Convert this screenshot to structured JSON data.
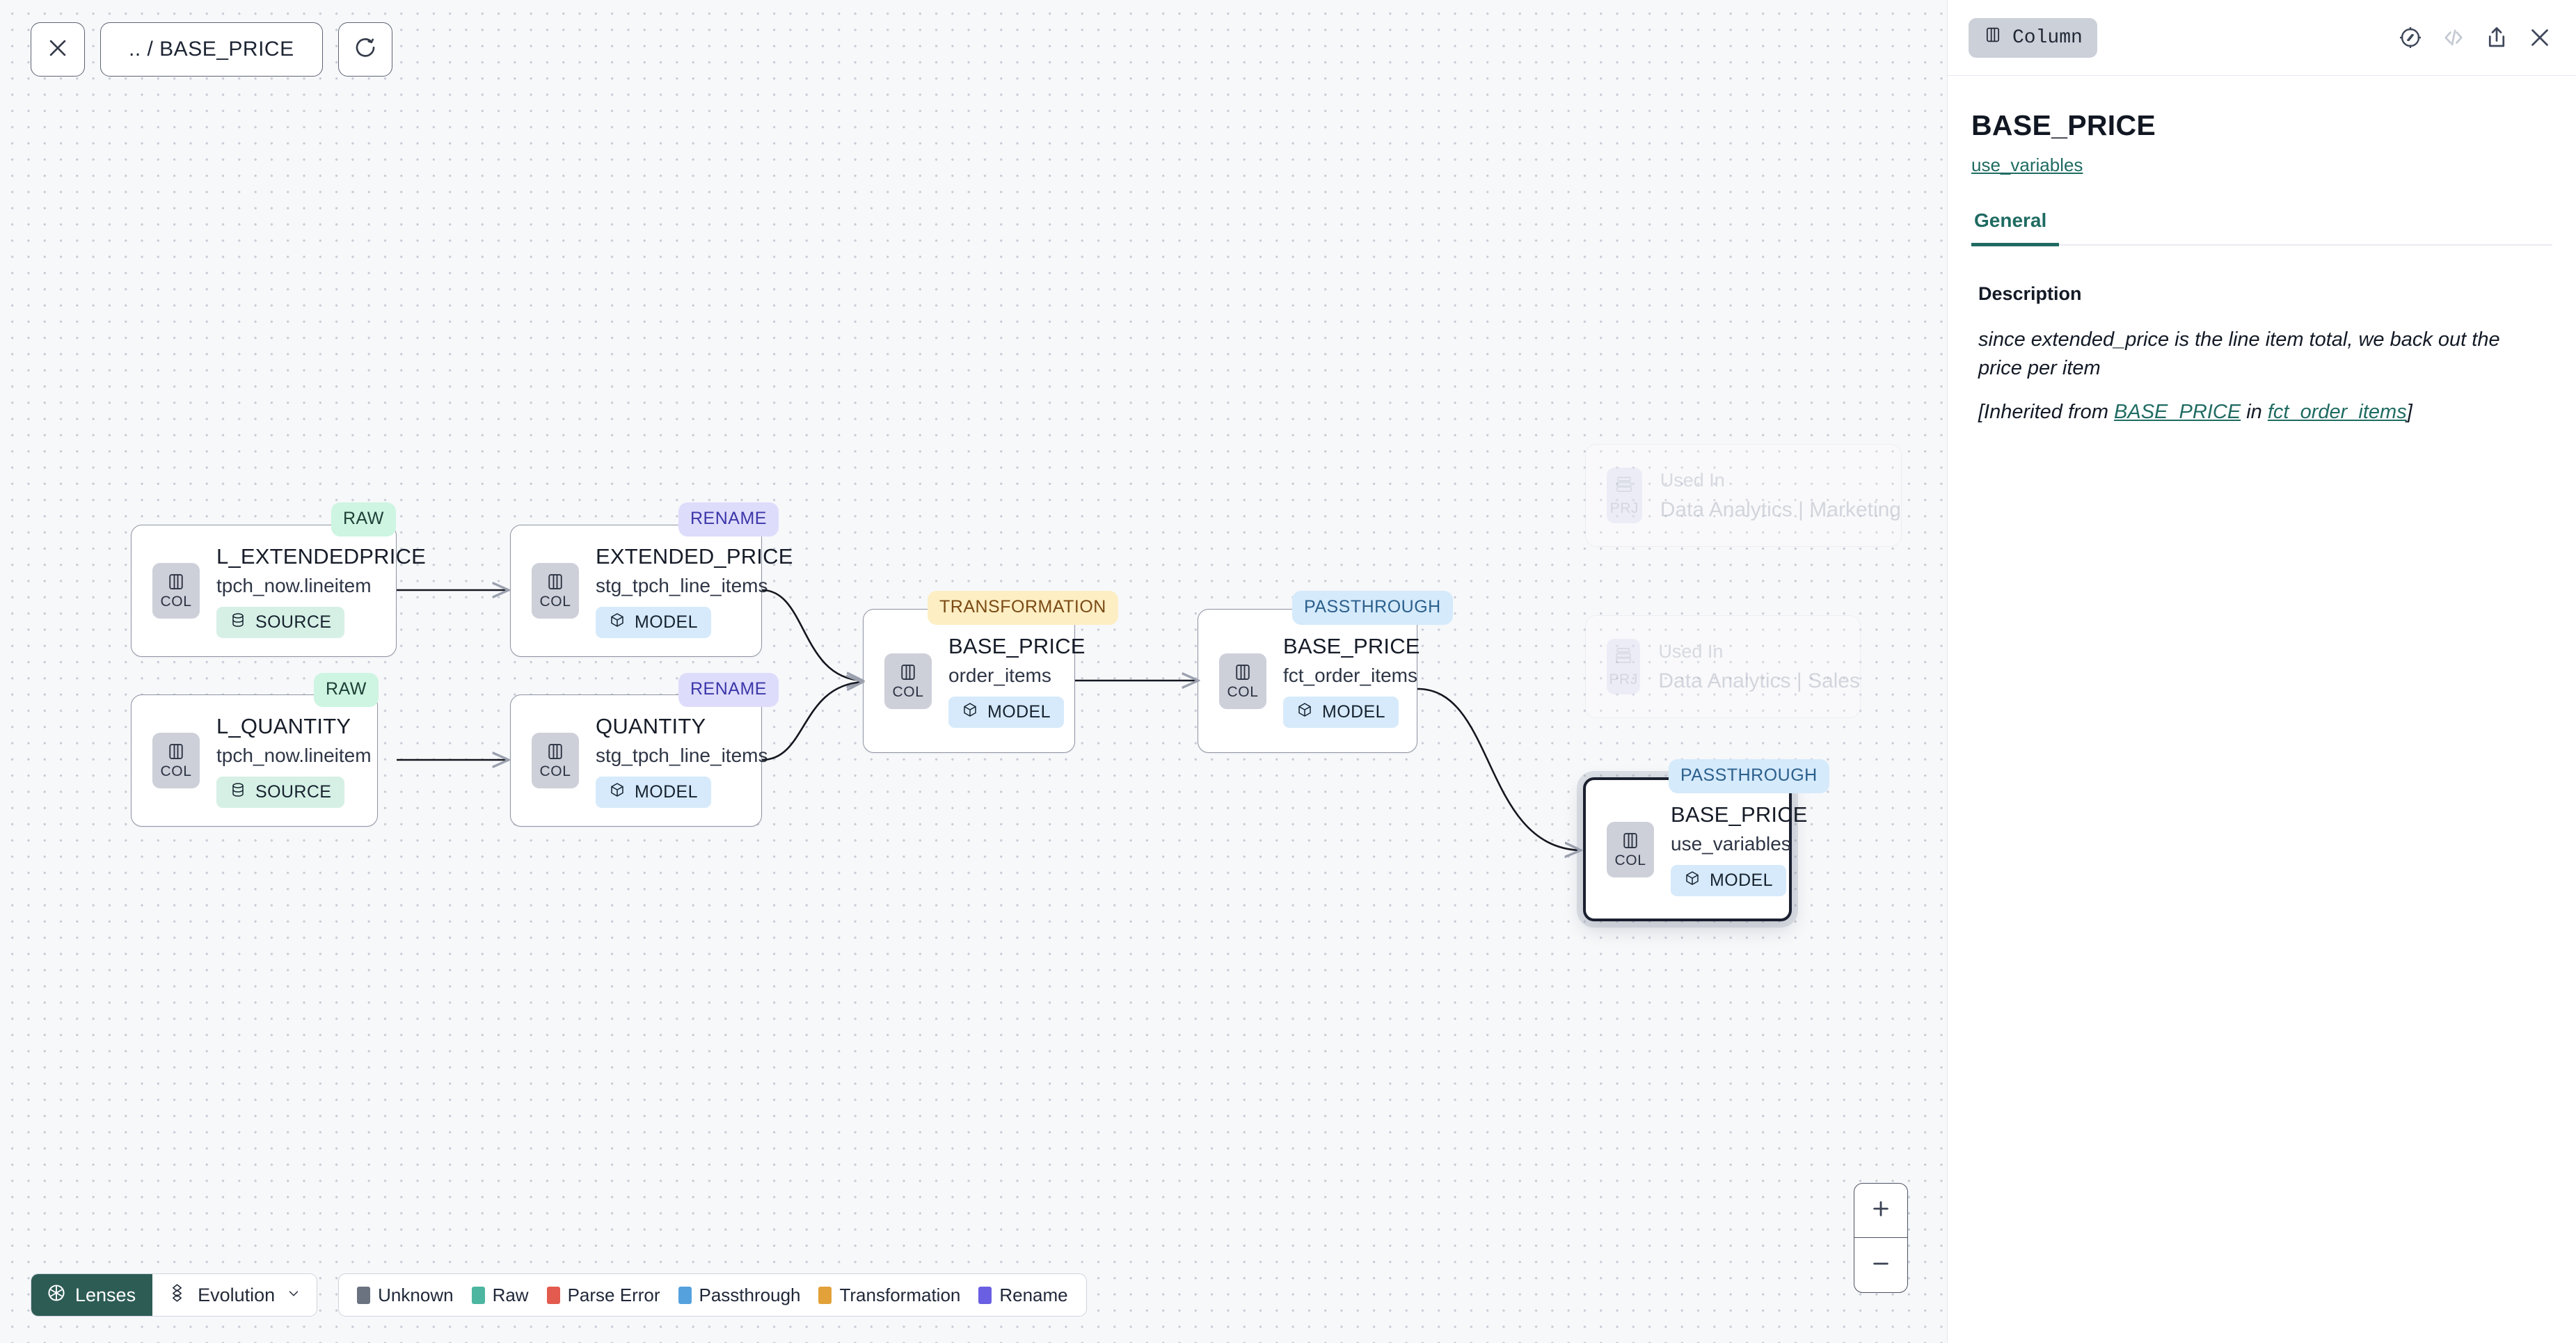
{
  "toolbar": {
    "close_icon": "close-icon",
    "breadcrumb": ".. / BASE_PRICE",
    "refresh_icon": "refresh-icon"
  },
  "graph": {
    "nodes": [
      {
        "id": "l_extendedprice",
        "tag": "RAW",
        "tag_kind": "raw",
        "kind_label": "COL",
        "kind_icon": "column-icon",
        "title": "L_EXTENDEDPRICE",
        "subtitle": "tpch_now.lineitem",
        "material": "SOURCE",
        "material_icon": "database-icon",
        "material_kind": "source",
        "selected": false
      },
      {
        "id": "l_quantity",
        "tag": "RAW",
        "tag_kind": "raw",
        "kind_label": "COL",
        "kind_icon": "column-icon",
        "title": "L_QUANTITY",
        "subtitle": "tpch_now.lineitem",
        "material": "SOURCE",
        "material_icon": "database-icon",
        "material_kind": "source",
        "selected": false
      },
      {
        "id": "extended_price",
        "tag": "RENAME",
        "tag_kind": "rename",
        "kind_label": "COL",
        "kind_icon": "column-icon",
        "title": "EXTENDED_PRICE",
        "subtitle": "stg_tpch_line_items",
        "material": "MODEL",
        "material_icon": "cube-icon",
        "material_kind": "model",
        "selected": false
      },
      {
        "id": "quantity",
        "tag": "RENAME",
        "tag_kind": "rename",
        "kind_label": "COL",
        "kind_icon": "column-icon",
        "title": "QUANTITY",
        "subtitle": "stg_tpch_line_items",
        "material": "MODEL",
        "material_icon": "cube-icon",
        "material_kind": "model",
        "selected": false
      },
      {
        "id": "base_price_order_items",
        "tag": "TRANSFORMATION",
        "tag_kind": "transformation",
        "kind_label": "COL",
        "kind_icon": "column-icon",
        "title": "BASE_PRICE",
        "subtitle": "order_items",
        "material": "MODEL",
        "material_icon": "cube-icon",
        "material_kind": "model",
        "selected": false
      },
      {
        "id": "base_price_fct_order_items",
        "tag": "PASSTHROUGH",
        "tag_kind": "passthrough",
        "kind_label": "COL",
        "kind_icon": "column-icon",
        "title": "BASE_PRICE",
        "subtitle": "fct_order_items",
        "material": "MODEL",
        "material_icon": "cube-icon",
        "material_kind": "model",
        "selected": false
      },
      {
        "id": "base_price_use_variables",
        "tag": "PASSTHROUGH",
        "tag_kind": "passthrough",
        "kind_label": "COL",
        "kind_icon": "column-icon",
        "title": "BASE_PRICE",
        "subtitle": "use_variables",
        "material": "MODEL",
        "material_icon": "cube-icon",
        "material_kind": "model",
        "selected": true
      }
    ],
    "ghost_nodes": [
      {
        "id": "used-in-marketing",
        "kind_label": "PRJ",
        "kind_icon": "project-icon",
        "top": "Used In",
        "title": "Data Analytics | Marketing"
      },
      {
        "id": "used-in-sales",
        "kind_label": "PRJ",
        "kind_icon": "project-icon",
        "top": "Used In",
        "title": "Data Analytics | Sales"
      }
    ]
  },
  "bottom_bar": {
    "lenses_label": "Lenses",
    "lenses_icon": "aperture-icon",
    "evolution_label": "Evolution",
    "evolution_icon": "evolution-icon",
    "chevron_icon": "chevron-down-icon",
    "legend": [
      {
        "label": "Unknown",
        "color": "#6b7280"
      },
      {
        "label": "Raw",
        "color": "#4cb6a0"
      },
      {
        "label": "Parse Error",
        "color": "#e35b4e"
      },
      {
        "label": "Passthrough",
        "color": "#55a1dd"
      },
      {
        "label": "Transformation",
        "color": "#e2a139"
      },
      {
        "label": "Rename",
        "color": "#6a5fe2"
      }
    ]
  },
  "zoom_controls": {
    "zoom_in_icon": "plus-icon",
    "zoom_out_icon": "minus-icon"
  },
  "panel": {
    "badge_label": "Column",
    "badge_icon": "column-icon",
    "icons": {
      "explore": "compass-icon",
      "code": "code-icon",
      "share": "share-icon",
      "close": "close-icon"
    },
    "title": "BASE_PRICE",
    "model_link": "use_variables",
    "tabs": [
      {
        "label": "General",
        "active": true
      }
    ],
    "description": {
      "label": "Description",
      "text": "since extended_price is the line item total, we back out the price per item",
      "inherit_prefix": "[Inherited from ",
      "inherit_column": "BASE_PRICE",
      "inherit_middle": " in ",
      "inherit_model": "fct_order_items",
      "inherit_suffix": "]"
    }
  },
  "colors": {
    "accent_teal": "#1f6b62",
    "lenses_bg": "#2d5c55",
    "canvas_bg": "#f7f8fa"
  }
}
